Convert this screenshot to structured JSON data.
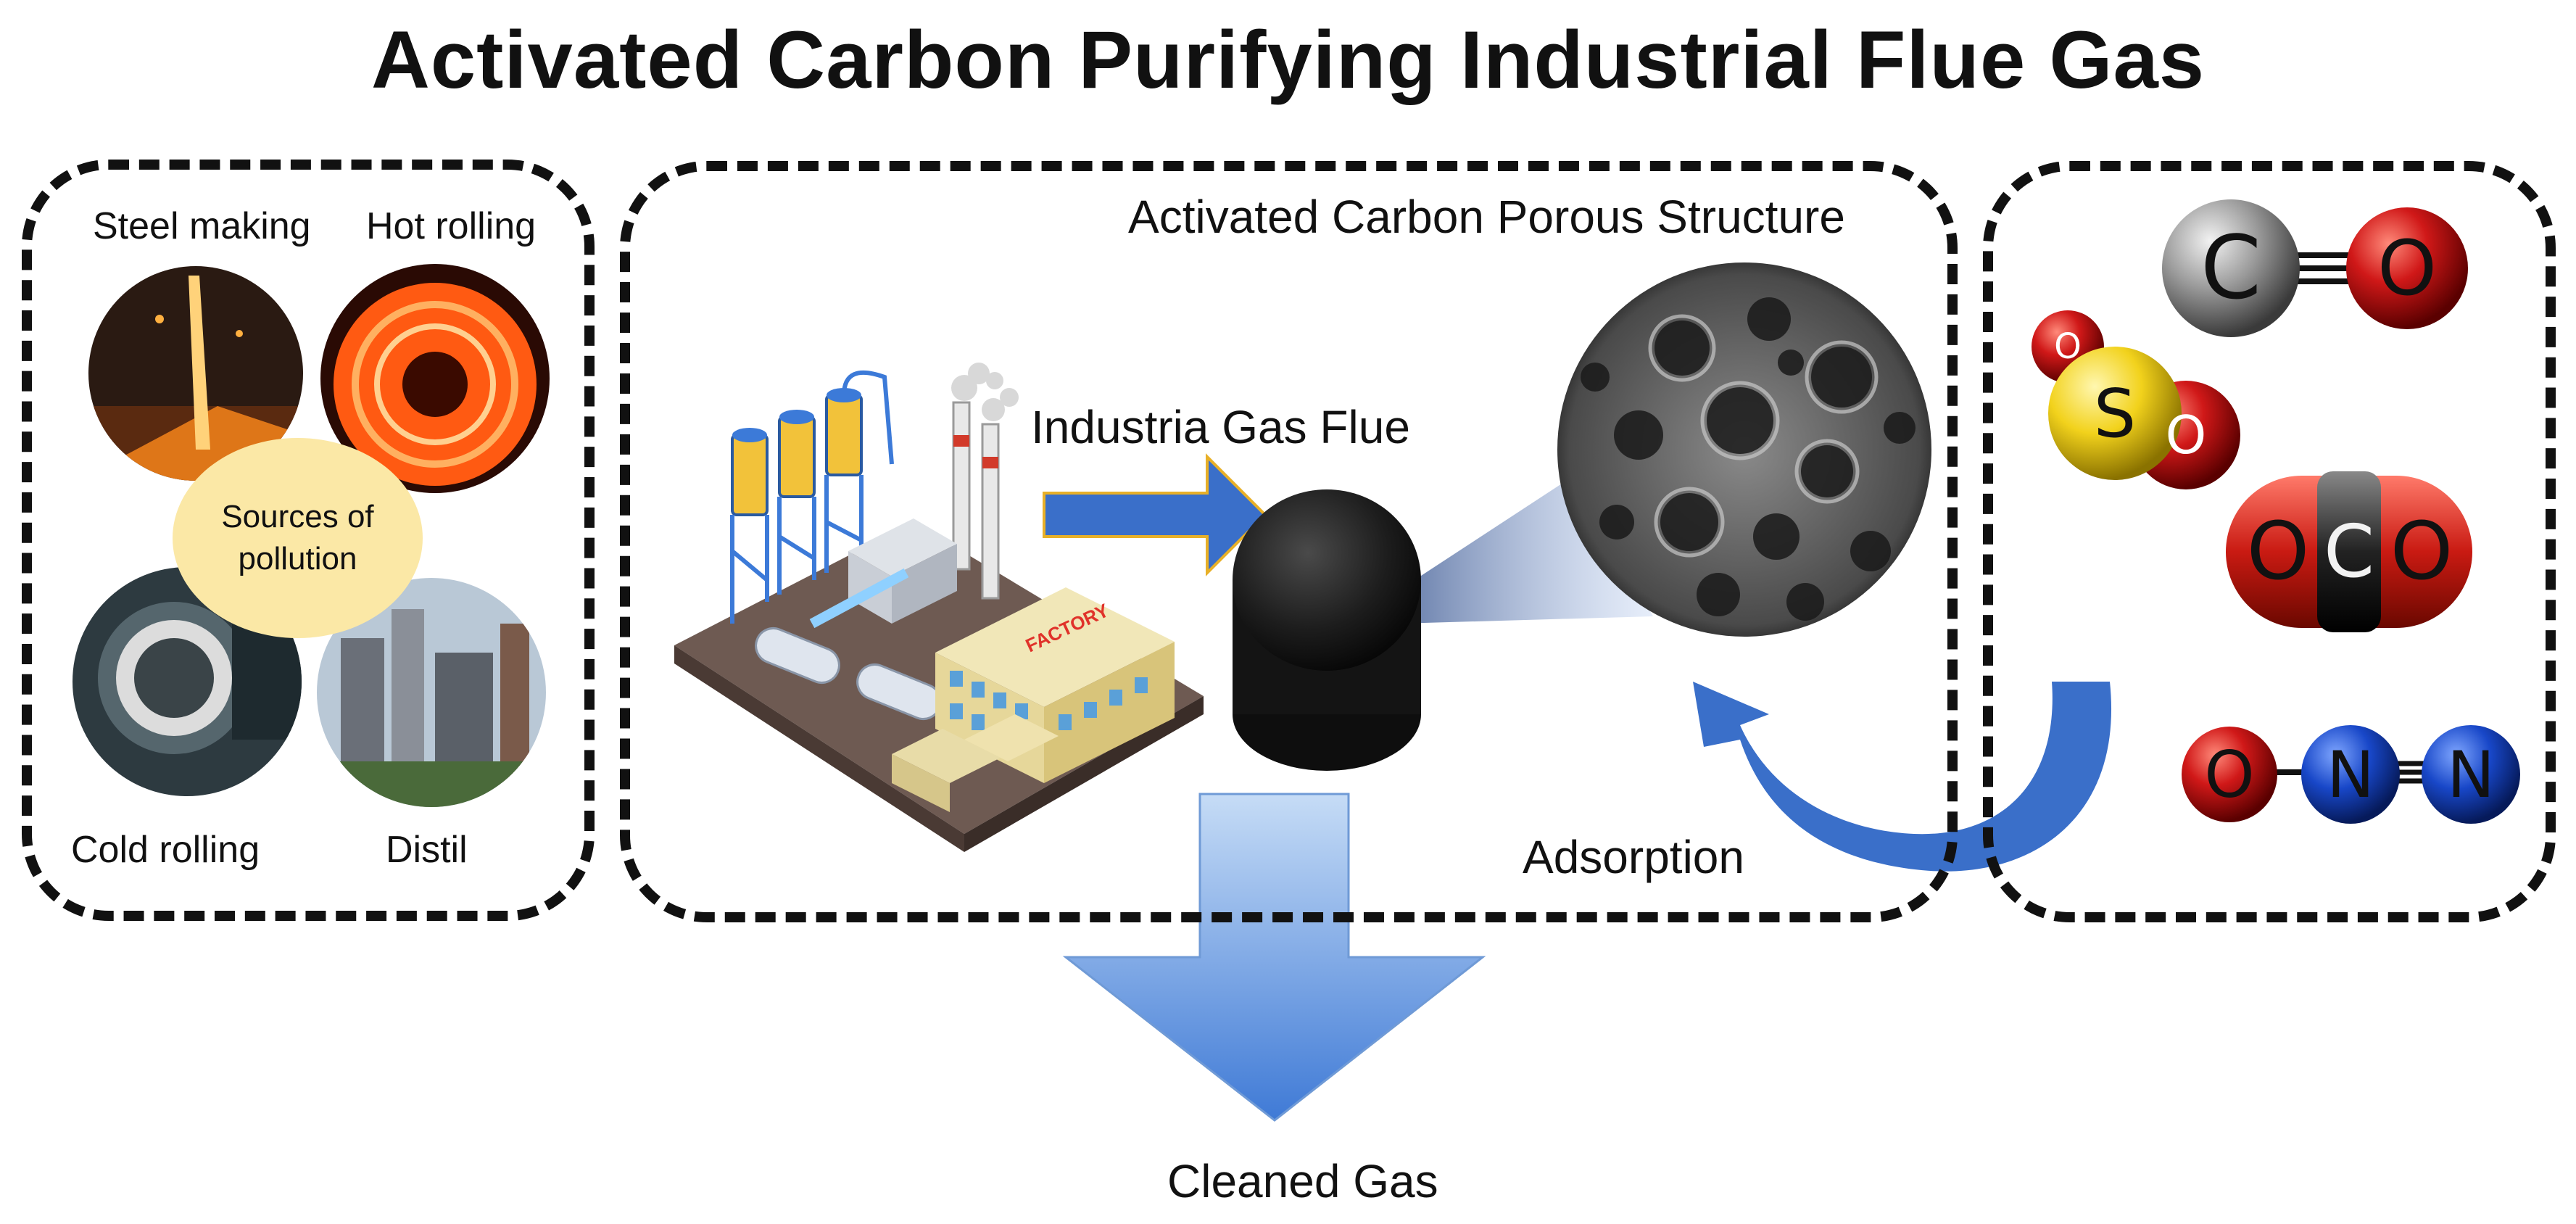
{
  "title": "Activated Carbon Purifying Industrial Flue Gas",
  "sources_panel": {
    "center_label": "Sources of pollution",
    "items": [
      {
        "label": "Steel making"
      },
      {
        "label": "Hot rolling"
      },
      {
        "label": "Cold rolling"
      },
      {
        "label": "Distil"
      }
    ]
  },
  "process_panel": {
    "flow_label": "Industria Gas Flue",
    "structure_label": "Activated Carbon Porous Structure",
    "adsorption_label": "Adsorption",
    "factory_sign": "FACTORY"
  },
  "output": {
    "label": "Cleaned Gas"
  },
  "molecules": [
    {
      "name": "carbon-monoxide",
      "atoms": [
        "C",
        "O"
      ]
    },
    {
      "name": "sulfur-dioxide",
      "atoms": [
        "O",
        "S",
        "O"
      ]
    },
    {
      "name": "carbon-dioxide",
      "atoms": [
        "O",
        "C",
        "O"
      ]
    },
    {
      "name": "nitrous-oxide",
      "atoms": [
        "O",
        "N",
        "N"
      ]
    }
  ],
  "colors": {
    "arrow_blue": "#3a6fc9",
    "arrow_light": "#b9d3f3",
    "oxygen": "#d01818",
    "carbon_gray": "#9a9a9a",
    "carbon_black": "#2a2a2a",
    "sulfur": "#f2d21c",
    "nitrogen": "#1847c8",
    "label_fill": "#fbe8a6"
  }
}
